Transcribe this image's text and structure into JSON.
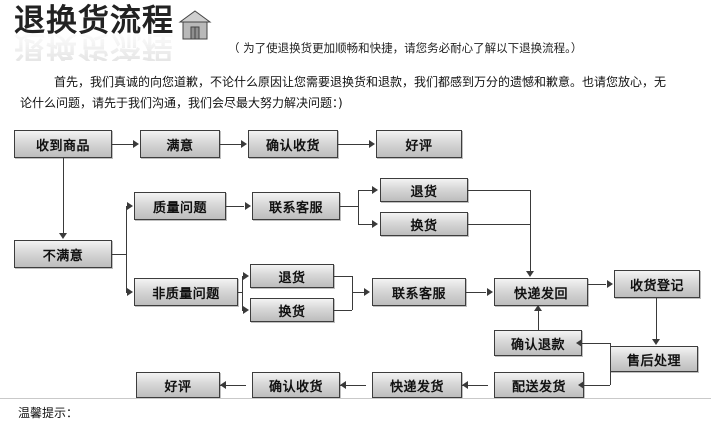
{
  "header": {
    "title": "退换货流程",
    "icon": "house-icon",
    "note": "（ 为了使退换货更加顺畅和快捷，请您务必耐心了解以下退换流程。）"
  },
  "intro": {
    "line1": "首先，我们真诚的向您道歉，不论什么原因让您需要退换货和退款，我们都感到万分的遗憾和歉意。也请您放心，无",
    "line2": "论什么问题，请先于我们沟通，我们会尽最大努力解决问题：)"
  },
  "flow": {
    "nodes": [
      {
        "id": "n1",
        "label": "收到商品"
      },
      {
        "id": "n2",
        "label": "满意"
      },
      {
        "id": "n3",
        "label": "确认收货"
      },
      {
        "id": "n4",
        "label": "好评"
      },
      {
        "id": "n5",
        "label": "质量问题"
      },
      {
        "id": "n6",
        "label": "联系客服"
      },
      {
        "id": "n7",
        "label": "退货"
      },
      {
        "id": "n8",
        "label": "换货"
      },
      {
        "id": "n9",
        "label": "不满意"
      },
      {
        "id": "n10",
        "label": "非质量问题"
      },
      {
        "id": "n11",
        "label": "退货"
      },
      {
        "id": "n12",
        "label": "换货"
      },
      {
        "id": "n13",
        "label": "联系客服"
      },
      {
        "id": "n14",
        "label": "快递发回"
      },
      {
        "id": "n15",
        "label": "收货登记"
      },
      {
        "id": "n16",
        "label": "确认退款"
      },
      {
        "id": "n17",
        "label": "售后处理"
      },
      {
        "id": "n18",
        "label": "好评"
      },
      {
        "id": "n19",
        "label": "确认收货"
      },
      {
        "id": "n20",
        "label": "快递发货"
      },
      {
        "id": "n21",
        "label": "配送发货"
      }
    ]
  },
  "footer": {
    "tip": "温馨提示："
  },
  "colors": {
    "box_border": "#3d3d3d",
    "box_fill_top": "#f3f3f3",
    "box_fill_bottom": "#bdbdbd",
    "line": "#3a3a3a",
    "text": "#111111"
  }
}
